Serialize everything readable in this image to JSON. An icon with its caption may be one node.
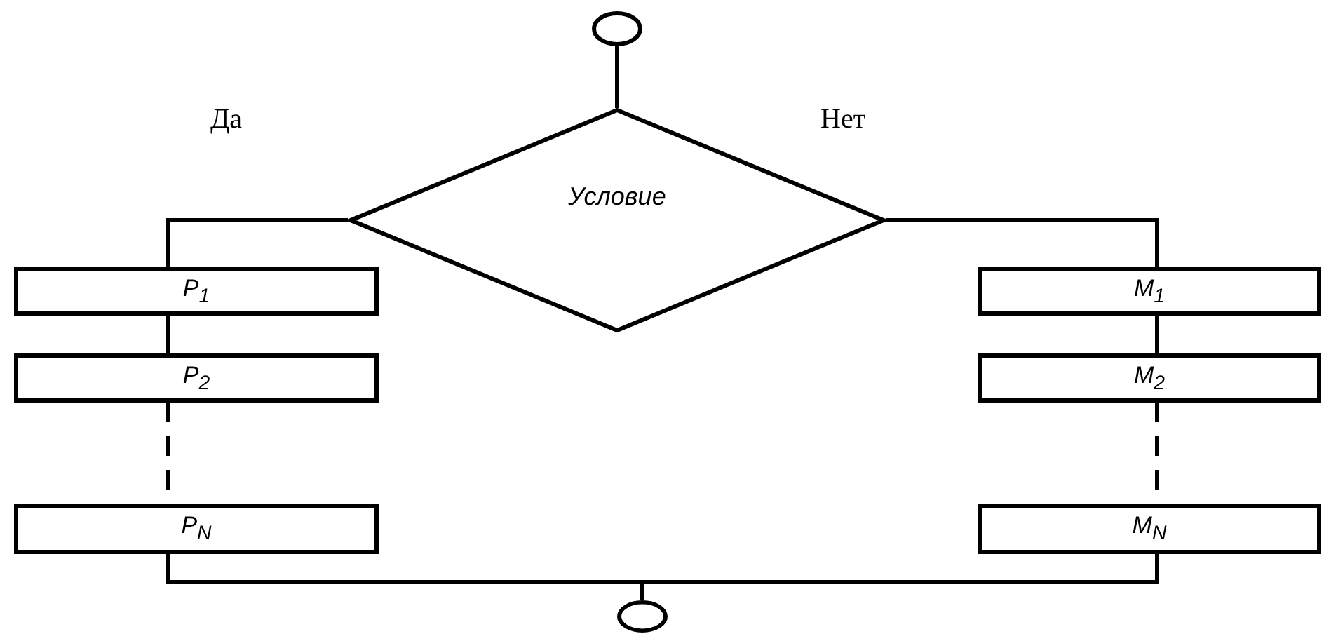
{
  "diagram": {
    "nodes": [
      {
        "text": [],
        "shape": "ellipse"
      },
      {
        "text": [
          "Условие"
        ]
      },
      {
        "text": [
          "P$_{1}$"
        ]
      },
      {
        "text": [
          "P$_{2}$"
        ]
      },
      {
        "text": [
          "P$_{N}$"
        ]
      },
      {
        "text": [
          "M$_{1}$"
        ]
      },
      {
        "text": [
          "M$_{2}$"
        ]
      },
      {
        "text": [
          "M$_{N}$"
        ]
      },
      {
        "text": [],
        "shape": "ellipse"
      }
    ],
    "edges": [
      {
        "from": 0,
        "to": 1,
        "arrow": "none"
      },
      {
        "from": 1,
        "to": 2,
        "arrow": "none"
      },
      {
        "from": 2,
        "to": 3,
        "arrow": "none"
      },
      {
        "from": 3,
        "to": 4,
        "arrow": "none",
        "style": "dashed"
      },
      {
        "from": 1,
        "to": 5,
        "arrow": "none"
      },
      {
        "from": 5,
        "to": 6,
        "arrow": "none"
      },
      {
        "from": 6,
        "to": 7,
        "arrow": "none",
        "style": "dashed"
      },
      {
        "from": 4,
        "to": 8,
        "arrow": "none"
      },
      {
        "from": 7,
        "to": 8,
        "arrow": "none"
      }
    ],
    "labels": [
      "Да",
      "Нет"
    ]
  }
}
